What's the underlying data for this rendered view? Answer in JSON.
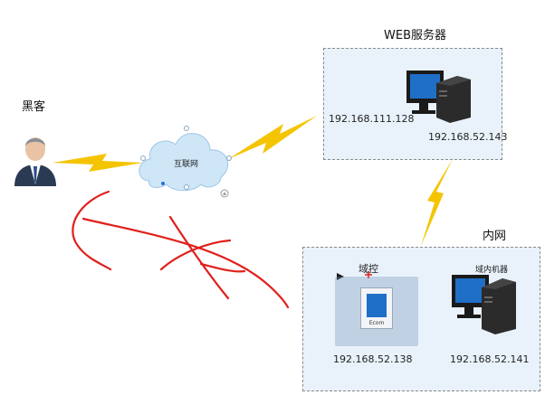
{
  "labels": {
    "hacker": "黑客",
    "internet": "互联网",
    "web_server_title": "WEB服务器",
    "web_ip_1": "192.168.111.128",
    "web_ip_2": "192.168.52.143",
    "intranet": "内网",
    "dc": "域控",
    "dc_ip": "192.168.52.138",
    "domain_machine": "域内机器",
    "domain_machine_ip": "192.168.52.141",
    "file_caption": "Ecom"
  },
  "colors": {
    "zone_fill": "#e9f2fb",
    "bolt": "#f5c400",
    "red_marks": "#e0201c",
    "monitor_blue": "#1f6fc7",
    "cloud": "#cfe6f7"
  },
  "icons": [
    "person-icon",
    "cloud-icon",
    "monitor-icon",
    "tower-icon",
    "lightning-icon",
    "file-icon"
  ]
}
